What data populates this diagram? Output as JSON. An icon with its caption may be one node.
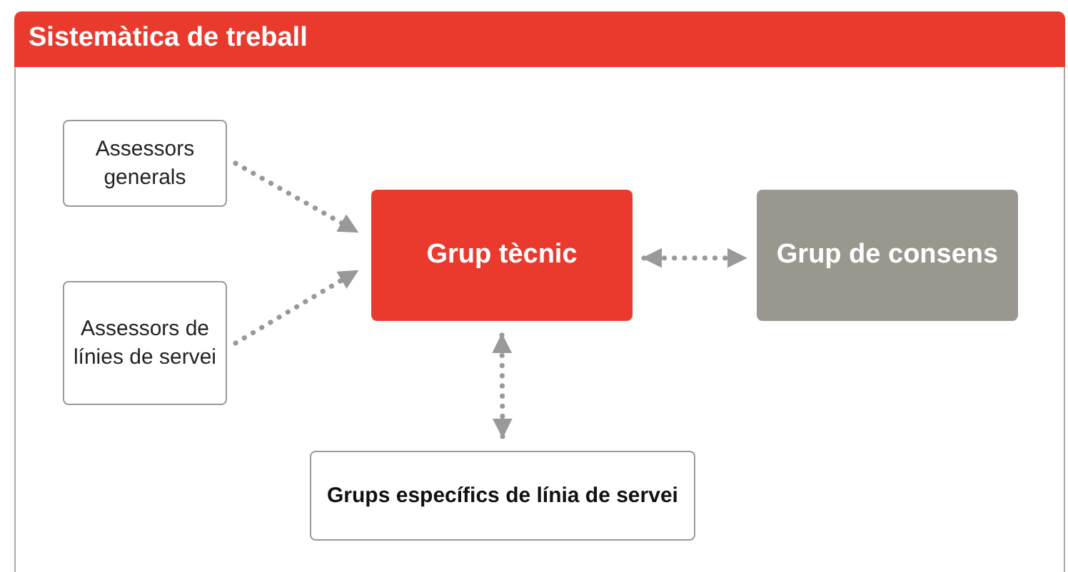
{
  "diagram": {
    "title": "Sistemàtica de treball",
    "nodes": [
      {
        "text": [
          "Assessors generals"
        ]
      },
      {
        "text": [
          "Assessors de línies de servei"
        ]
      },
      {
        "text": [
          "Grup tècnic"
        ]
      },
      {
        "text": [
          "Grup de consens"
        ]
      },
      {
        "text": [
          "Grups específics de línia de servei"
        ]
      }
    ],
    "edges": [
      {
        "from": 0,
        "to": 2,
        "arrow": "to",
        "style": "dashed"
      },
      {
        "from": 1,
        "to": 2,
        "arrow": "to",
        "style": "dashed"
      },
      {
        "from": 2,
        "to": 3,
        "arrow": "both",
        "style": "dashed"
      },
      {
        "from": 2,
        "to": 4,
        "arrow": "both",
        "style": "dashed"
      }
    ]
  }
}
